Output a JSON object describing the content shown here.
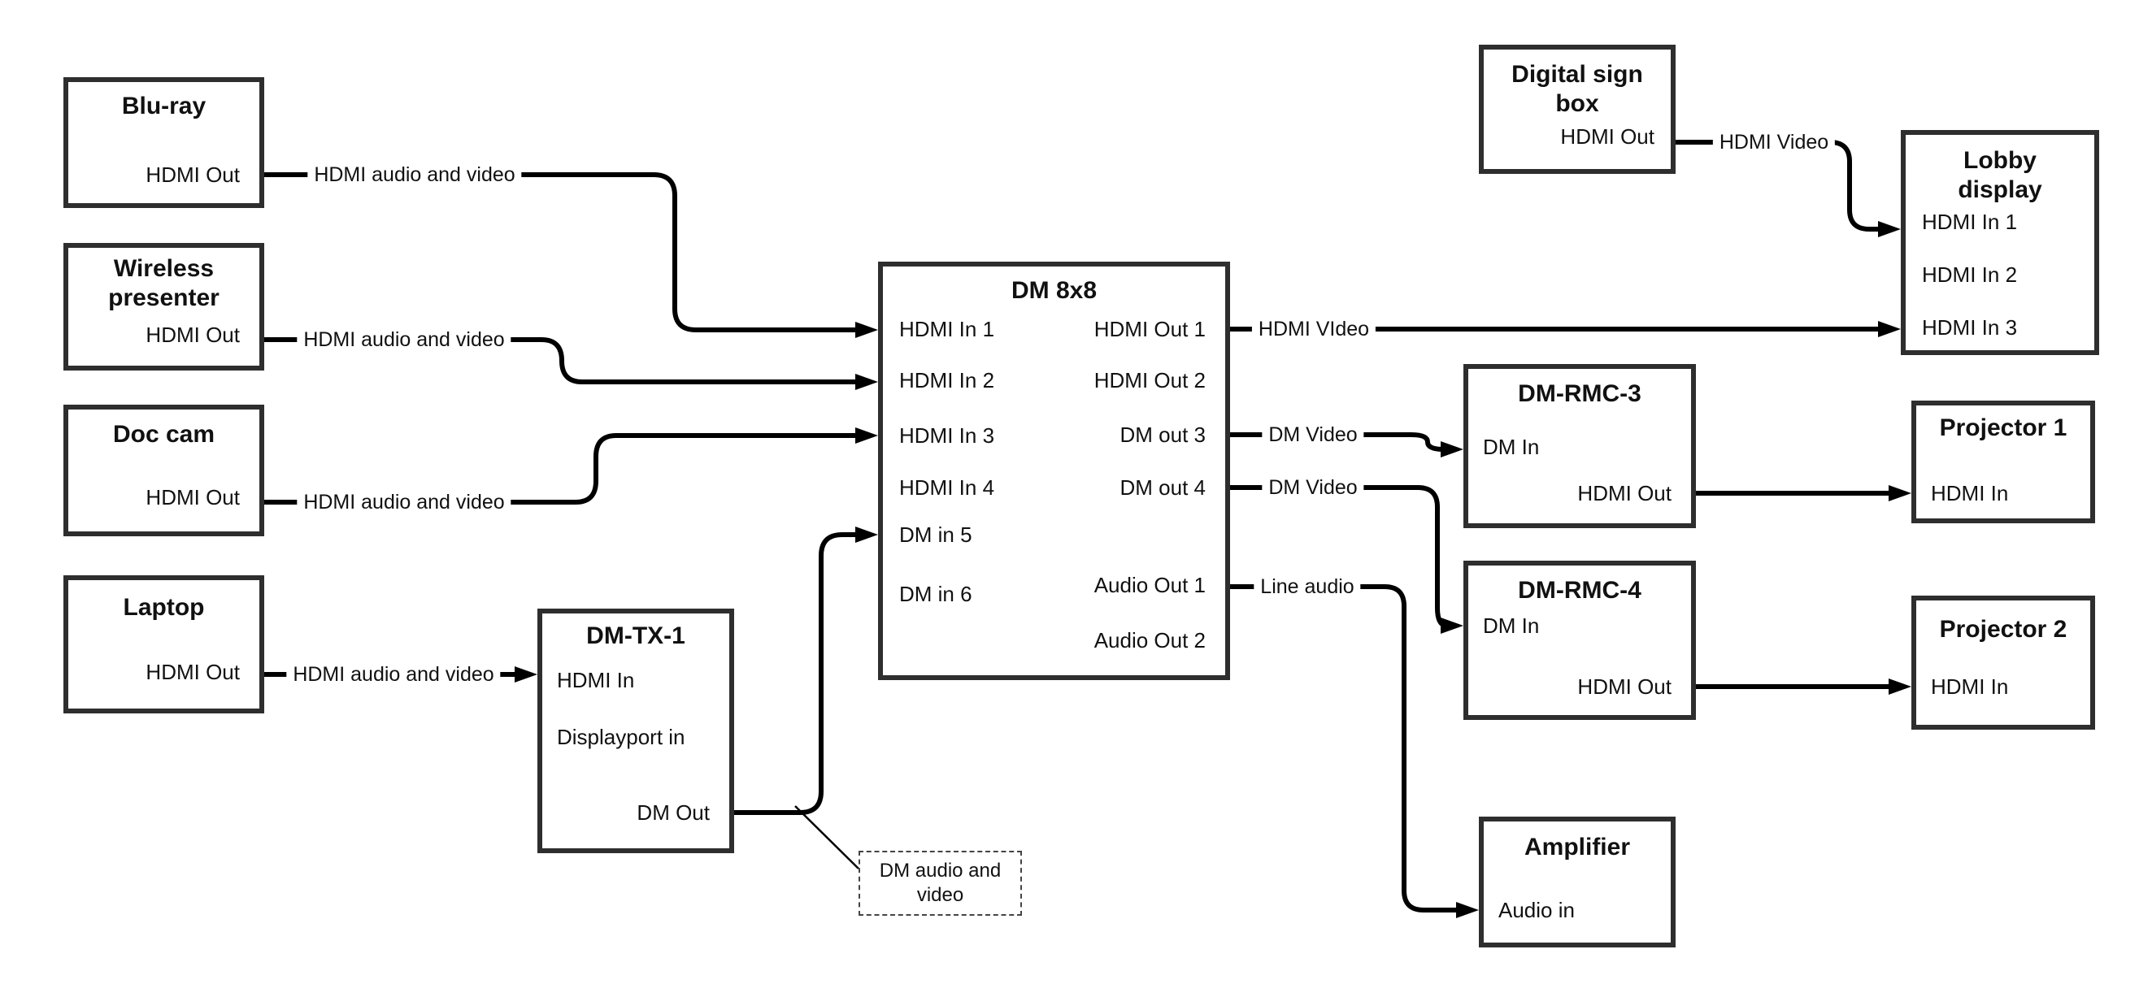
{
  "canvas": {
    "background_color": "#ffffff",
    "wire_color": "#000000",
    "box_border_color": "#2e2e2e"
  },
  "nodes": {
    "blu_ray": {
      "title": "Blu-ray",
      "ports": [
        "HDMI Out"
      ]
    },
    "wireless_presenter": {
      "title": "Wireless\npresenter",
      "ports": [
        "HDMI Out"
      ]
    },
    "doc_cam": {
      "title": "Doc cam",
      "ports": [
        "HDMI Out"
      ]
    },
    "laptop": {
      "title": "Laptop",
      "ports": [
        "HDMI Out"
      ]
    },
    "dm_tx_1": {
      "title": "DM-TX-1",
      "ports": [
        "HDMI In",
        "Displayport in",
        "DM Out"
      ]
    },
    "dm_8x8": {
      "title": "DM 8x8",
      "inputs": [
        "HDMI In 1",
        "HDMI In 2",
        "HDMI In 3",
        "HDMI In 4",
        "DM in 5",
        "DM in 6"
      ],
      "outputs": [
        "HDMI Out 1",
        "HDMI Out 2",
        "DM out 3",
        "DM out 4",
        "Audio Out 1",
        "Audio Out 2"
      ]
    },
    "digital_sign_box": {
      "title": "Digital sign\nbox",
      "ports": [
        "HDMI Out"
      ]
    },
    "lobby_display": {
      "title": "Lobby\ndisplay",
      "ports": [
        "HDMI In 1",
        "HDMI In 2",
        "HDMI In 3"
      ]
    },
    "dm_rmc_3": {
      "title": "DM-RMC-3",
      "ports": [
        "DM In",
        "HDMI Out"
      ]
    },
    "projector_1": {
      "title": "Projector 1",
      "ports": [
        "HDMI In"
      ]
    },
    "dm_rmc_4": {
      "title": "DM-RMC-4",
      "ports": [
        "DM In",
        "HDMI Out"
      ]
    },
    "projector_2": {
      "title": "Projector 2",
      "ports": [
        "HDMI In"
      ]
    },
    "amplifier": {
      "title": "Amplifier",
      "ports": [
        "Audio in"
      ]
    }
  },
  "edges": {
    "blu_ray_to_matrix": {
      "label": "HDMI audio and video"
    },
    "wireless_to_matrix": {
      "label": "HDMI audio and video"
    },
    "doc_cam_to_matrix": {
      "label": "HDMI audio and video"
    },
    "laptop_to_tx": {
      "label": "HDMI audio and video"
    },
    "matrix_out1_to_lobby": {
      "label": "HDMI VIdeo"
    },
    "sign_to_lobby": {
      "label": "HDMI Video"
    },
    "matrix_out3_to_rmc3": {
      "label": "DM Video"
    },
    "matrix_out4_to_rmc4": {
      "label": "DM Video"
    },
    "matrix_audio1_to_amp": {
      "label": "Line audio"
    }
  },
  "note": {
    "text": "DM audio and video"
  }
}
